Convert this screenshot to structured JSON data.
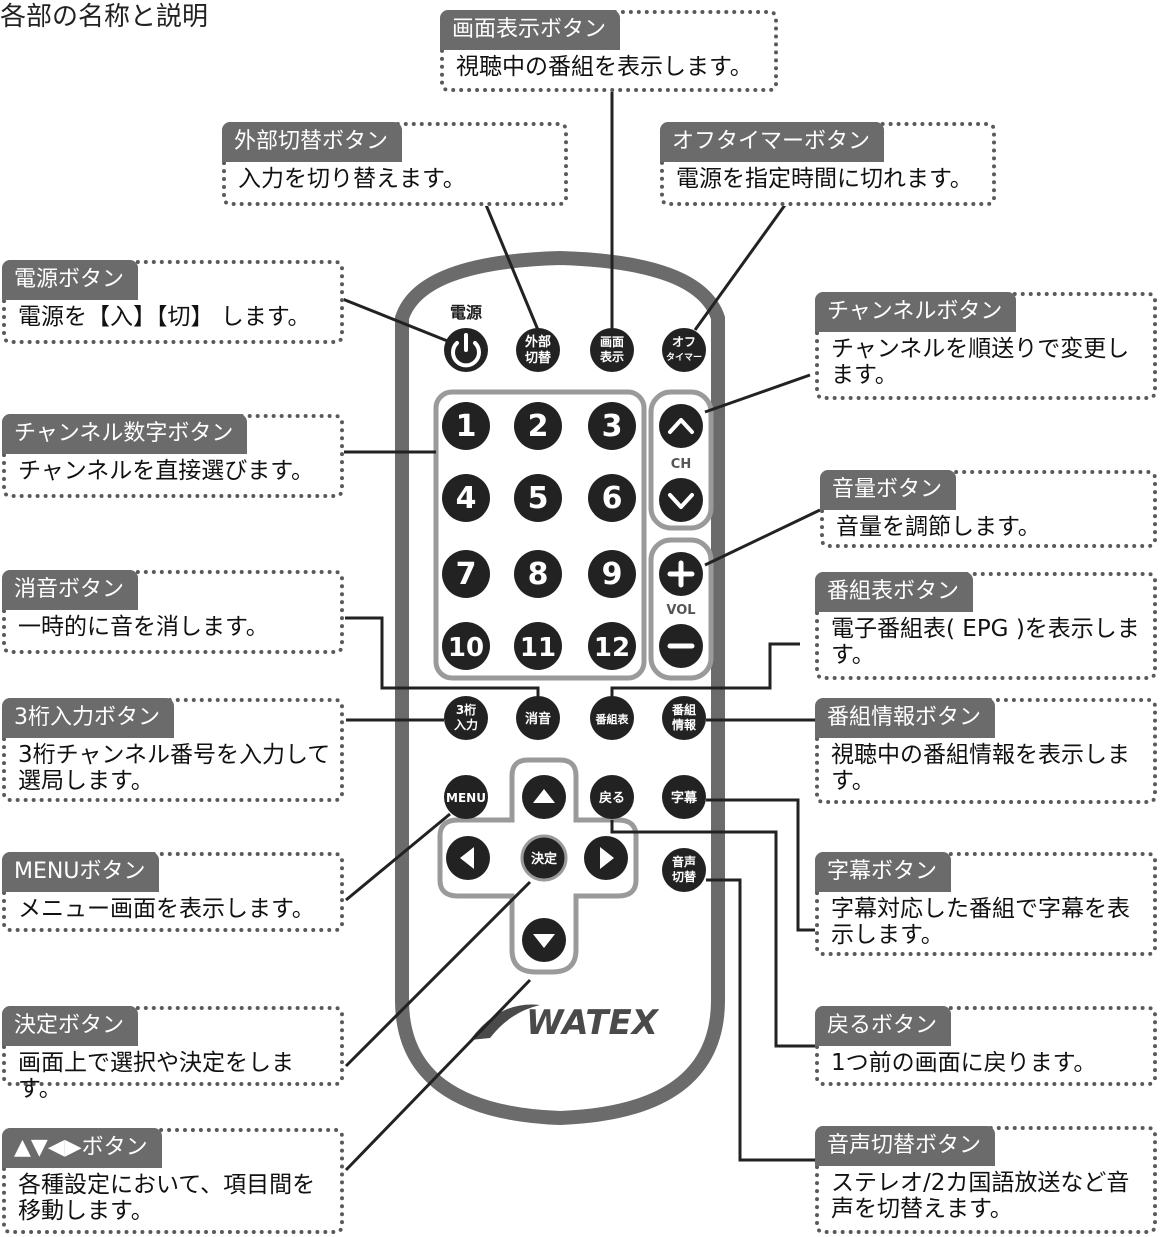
{
  "page_title": "各部の名称と説明",
  "brand": "WATEX",
  "remote": {
    "power_top_label": "電源",
    "buttons": {
      "external": [
        "外部",
        "切替"
      ],
      "screen": [
        "画面",
        "表示"
      ],
      "off_timer": [
        "オフ",
        "タイマー"
      ],
      "digits": [
        "1",
        "2",
        "3",
        "4",
        "5",
        "6",
        "7",
        "8",
        "9",
        "10",
        "11",
        "12"
      ],
      "ch_label": "CH",
      "vol_label": "VOL",
      "three_digit": [
        "3桁",
        "入力"
      ],
      "mute": "消音",
      "epg": "番組表",
      "info": [
        "番組",
        "情報"
      ],
      "menu": "MENU",
      "back": "戻る",
      "subtitle": "字幕",
      "enter": "決定",
      "audio": [
        "音声",
        "切替"
      ]
    }
  },
  "callouts": [
    {
      "id": "screen-display",
      "title": "画面表示ボタン",
      "desc": "視聴中の番組を表示します。"
    },
    {
      "id": "external-switch",
      "title": "外部切替ボタン",
      "desc": "入力を切り替えます。"
    },
    {
      "id": "off-timer",
      "title": "オフタイマーボタン",
      "desc": "電源を指定時間に切れます。"
    },
    {
      "id": "power",
      "title": "電源ボタン",
      "desc": "電源を【入】【切】 します。"
    },
    {
      "id": "channel",
      "title": "チャンネルボタン",
      "desc": "チャンネルを順送りで変更します。"
    },
    {
      "id": "channel-number",
      "title": "チャンネル数字ボタン",
      "desc": "チャンネルを直接選びます。"
    },
    {
      "id": "volume",
      "title": "音量ボタン",
      "desc": "音量を調節します。"
    },
    {
      "id": "mute",
      "title": "消音ボタン",
      "desc": "一時的に音を消します。"
    },
    {
      "id": "epg",
      "title": "番組表ボタン",
      "desc": "電子番組表( EPG )を表示します。"
    },
    {
      "id": "three-digit",
      "title": "3桁入力ボタン",
      "desc": "3桁チャンネル番号を入力して選局します。"
    },
    {
      "id": "program-info",
      "title": "番組情報ボタン",
      "desc": "視聴中の番組情報を表示します。"
    },
    {
      "id": "menu",
      "title": "MENUボタン",
      "desc": "メニュー画面を表示します。"
    },
    {
      "id": "subtitle",
      "title": "字幕ボタン",
      "desc": "字幕対応した番組で字幕を表示します。"
    },
    {
      "id": "enter",
      "title": "決定ボタン",
      "desc": "画面上で選択や決定をします。"
    },
    {
      "id": "back",
      "title": "戻るボタン",
      "desc": "1つ前の画面に戻ります。"
    },
    {
      "id": "arrows",
      "title": "▲▼◀▶ボタン",
      "desc": "各種設定において、項目間を移動します。"
    },
    {
      "id": "audio-switch",
      "title": "音声切替ボタン",
      "desc": "ステレオ/2カ国語放送など音声を切替えます。"
    }
  ]
}
